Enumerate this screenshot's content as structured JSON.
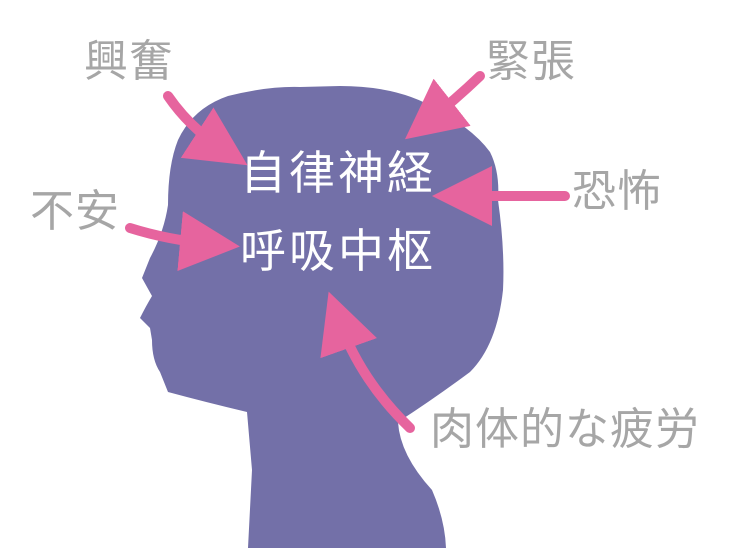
{
  "colors": {
    "head": "#7370a8",
    "arrow": "#e6649e",
    "outer_text": "#a6a6a6",
    "center_text": "#ffffff"
  },
  "center": {
    "line1": "自律神経",
    "line2": "呼吸中枢"
  },
  "factors": {
    "excitement": "興奮",
    "tension": "緊張",
    "fear": "恐怖",
    "anxiety": "不安",
    "fatigue": "肉体的な疲労"
  }
}
